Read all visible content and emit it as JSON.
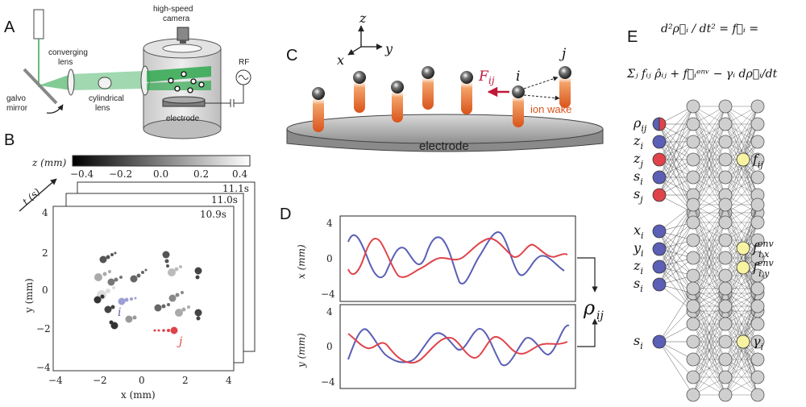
{
  "panelA": {
    "label": "A",
    "camera": [
      "high-speed",
      "camera"
    ],
    "converging_lens": [
      "converging",
      "lens"
    ],
    "cylindrical_lens": [
      "cylindrical",
      "lens"
    ],
    "galvo_mirror": [
      "galvo",
      "mirror"
    ],
    "electrode": "electrode",
    "rf": "RF"
  },
  "panelB": {
    "label": "B",
    "colorbar_label": "z (mm)",
    "colorbar_ticks": [
      "−0.4",
      "−0.2",
      "0.0",
      "0.2",
      "0.4"
    ],
    "time_axis_label": "t (s)",
    "frame_times": [
      "11.1s",
      "11.0s",
      "10.9s"
    ],
    "xlabel": "x (mm)",
    "ylabel": "y (mm)",
    "xticks": [
      "−4",
      "−2",
      "0",
      "2",
      "4"
    ],
    "yticks": [
      "4",
      "2",
      "0",
      "−2",
      "−4"
    ],
    "particle_i": "i",
    "particle_j": "j"
  },
  "panelC": {
    "label": "C",
    "axis_z": "z",
    "axis_x": "x",
    "axis_y": "y",
    "force_label": "F",
    "force_sub": "ij",
    "particle_i": "i",
    "particle_j": "j",
    "ion_wake": "ion wake",
    "electrode": "electrode"
  },
  "panelD": {
    "label": "D",
    "ylabel_top": "x (mm)",
    "ylabel_bottom": "y (mm)",
    "yticks": [
      "4",
      "0",
      "−4"
    ],
    "rho_label": "ρ",
    "rho_sub": "ij"
  },
  "panelE": {
    "label": "E",
    "eq_line1": "d²ρ⃗ᵢ / dt² = f⃗ᵢ =",
    "eq_line2": "Σⱼ fᵢⱼ ρ̂ᵢⱼ + f⃗ᵢᵉⁿᵛ − γᵢ dρ⃗ᵢ/dt",
    "net1_inputs": [
      {
        "main": "ρ",
        "sub": "ij",
        "color": "split"
      },
      {
        "main": "z",
        "sub": "i",
        "color": "#5b5fb5"
      },
      {
        "main": "z",
        "sub": "j",
        "color": "#e0434a"
      },
      {
        "main": "s",
        "sub": "i",
        "color": "#5b5fb5"
      },
      {
        "main": "s",
        "sub": "j",
        "color": "#e0434a"
      }
    ],
    "net1_output": {
      "main": "f",
      "sub": "ij"
    },
    "net2_inputs": [
      {
        "main": "x",
        "sub": "i"
      },
      {
        "main": "y",
        "sub": "i"
      },
      {
        "main": "z",
        "sub": "i"
      },
      {
        "main": "s",
        "sub": "i"
      }
    ],
    "net2_outputs": [
      {
        "main": "f",
        "sup": "env",
        "sub": "i,x"
      },
      {
        "main": "f",
        "sup": "env",
        "sub": "i,y"
      }
    ],
    "net3_input": {
      "main": "s",
      "sub": "i"
    },
    "net3_output": {
      "main": "γ",
      "sub": "i"
    }
  },
  "colors": {
    "blue": "#5b5fb5",
    "red": "#e0434a",
    "yellow": "#f7f3a0",
    "green_beam": "#2fa84f",
    "plasma_orange": "#e8661e",
    "node_gray": "#cfcfcf"
  }
}
